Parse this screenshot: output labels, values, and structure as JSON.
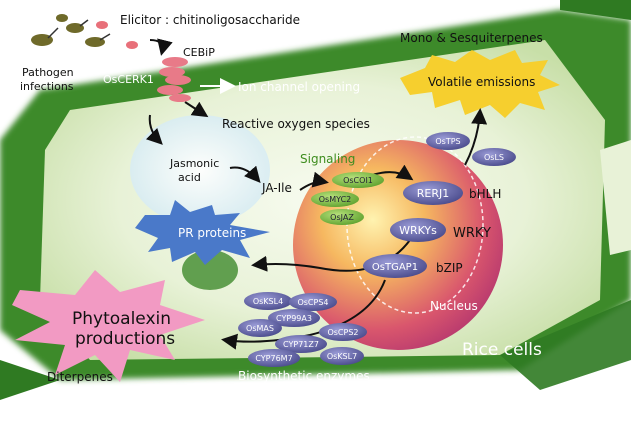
{
  "top": {
    "elicitor": "Elicitor : chitinoligosaccharide",
    "cebip": "CEBiP",
    "oscerk1": "OsCERK1",
    "pathogen_line1": "Pathogen",
    "pathogen_line2": "infections",
    "ion_channel": "Ion channel opening",
    "ros": "Reactive oxygen species"
  },
  "terpenes": {
    "mono_sesqui": "Mono & Sesquiterpenes",
    "volatile": "Volatile emissions",
    "diterpenes": "Diterpenes"
  },
  "signaling": {
    "jasmonic_line1": "Jasmonic",
    "jasmonic_line2": "acid",
    "ja_ile": "JA-Ile",
    "label": "Signaling",
    "proteins": [
      "OsCOI1",
      "OsMYC2",
      "OsJAZ"
    ]
  },
  "nucleus": {
    "label": "Nucleus",
    "ostps": "OsTPS",
    "osls": "OsLS",
    "rerj1": "RERJ1",
    "bhlh": "bHLH",
    "wrkys": "WRKYs",
    "wrky": "WRKY",
    "ostgap1": "OsTGAP1",
    "bzip": "bZIP"
  },
  "outputs": {
    "pr_proteins": "PR proteins",
    "phytoalexin_line1": "Phytoalexin",
    "phytoalexin_line2": "productions",
    "rice_cells": "Rice cells"
  },
  "enzymes": {
    "label": "Biosynthetic enzymes",
    "items": [
      "OsKSL4",
      "OsCPS4",
      "CYP99A3",
      "OsMAS",
      "OsCPS2",
      "CYP71Z7",
      "CYP76M7",
      "OsKSL7"
    ]
  },
  "colors": {
    "cell_wall": "#2f7a22",
    "protein_oval": "#5a5b9e",
    "signal_oval": "#6fb33a",
    "pr_star": "#4a79c9",
    "phytoalexin_star": "#f29ac3",
    "volatile_star": "#f6cf2e"
  }
}
